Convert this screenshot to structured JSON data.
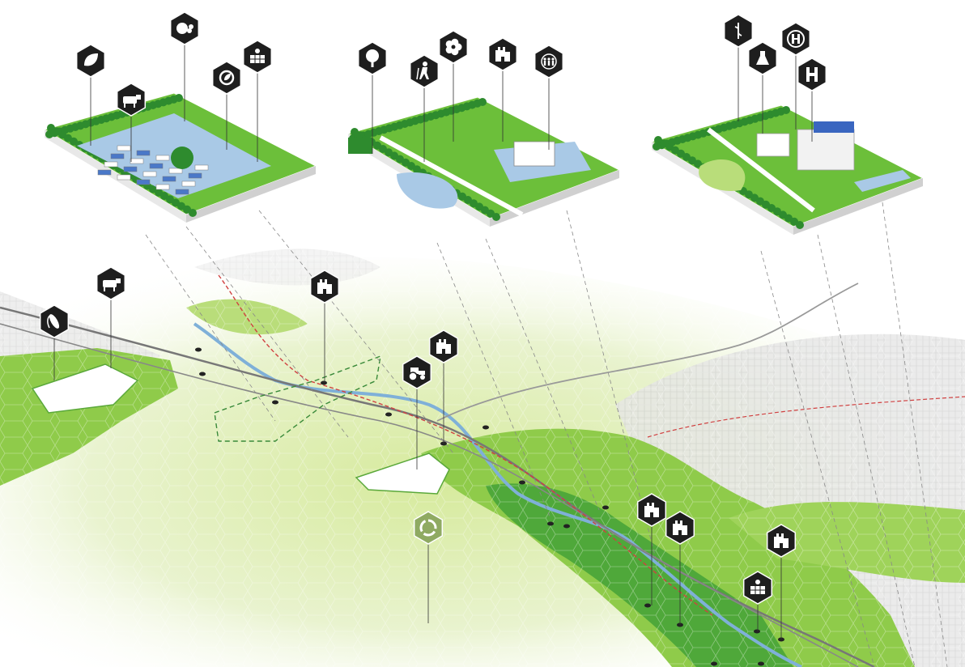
{
  "palette": {
    "deep_green": "#2e8b2e",
    "mid_green": "#6cbf3a",
    "light_green": "#b9dd7a",
    "pale_green": "#e4f0c4",
    "water": "#a9c9e6",
    "urban": "#d9d9d9",
    "icon_dark": "#1e1e1e",
    "icon_recycle": "#8faa62",
    "rail": "#777777",
    "red_route": "#d04040"
  },
  "panels": [
    {
      "name": "agriculture-energy-panel",
      "theme": "farm"
    },
    {
      "name": "nature-heritage-panel",
      "theme": "nature"
    },
    {
      "name": "health-hospital-panel",
      "theme": "health"
    }
  ],
  "icons": {
    "panel_farm": [
      "leaf-icon",
      "apple-grapes-icon",
      "cow-icon",
      "recycle-leaf-icon",
      "solar-panel-icon"
    ],
    "panel_nature": [
      "tree-icon",
      "hiker-icon",
      "flower-icon",
      "castle-icon",
      "community-globe-icon"
    ],
    "panel_health": [
      "caduceus-icon",
      "flask-icon",
      "helipad-icon",
      "hospital-icon"
    ],
    "map": [
      "corn-icon",
      "cow-icon",
      "castle-icon",
      "tractor-icon",
      "castle-icon",
      "recycle-icon",
      "castle-icon",
      "castle-icon",
      "castle-icon",
      "solar-panel-icon"
    ]
  }
}
